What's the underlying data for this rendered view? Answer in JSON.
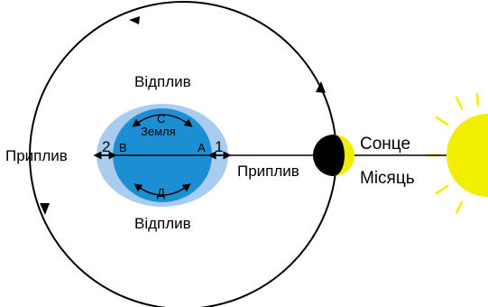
{
  "labels": {
    "ebb_top": "Відплив",
    "ebb_bottom": "Відплив",
    "flood_left": "Приплив",
    "flood_right": "Приплив",
    "earth": "Земля",
    "sun": "Сонце",
    "moon": "Місяць",
    "point_a": "А",
    "point_b": "В",
    "point_c": "С",
    "point_d": "Д",
    "num_1": "1",
    "num_2": "2"
  },
  "colors": {
    "tide_bulge": "#a8cdee",
    "earth": "#1c8ed4",
    "sun": "#f2ee00",
    "moon_lit": "#f2ee00",
    "moon_dark": "#000000",
    "lines": "#000000"
  }
}
